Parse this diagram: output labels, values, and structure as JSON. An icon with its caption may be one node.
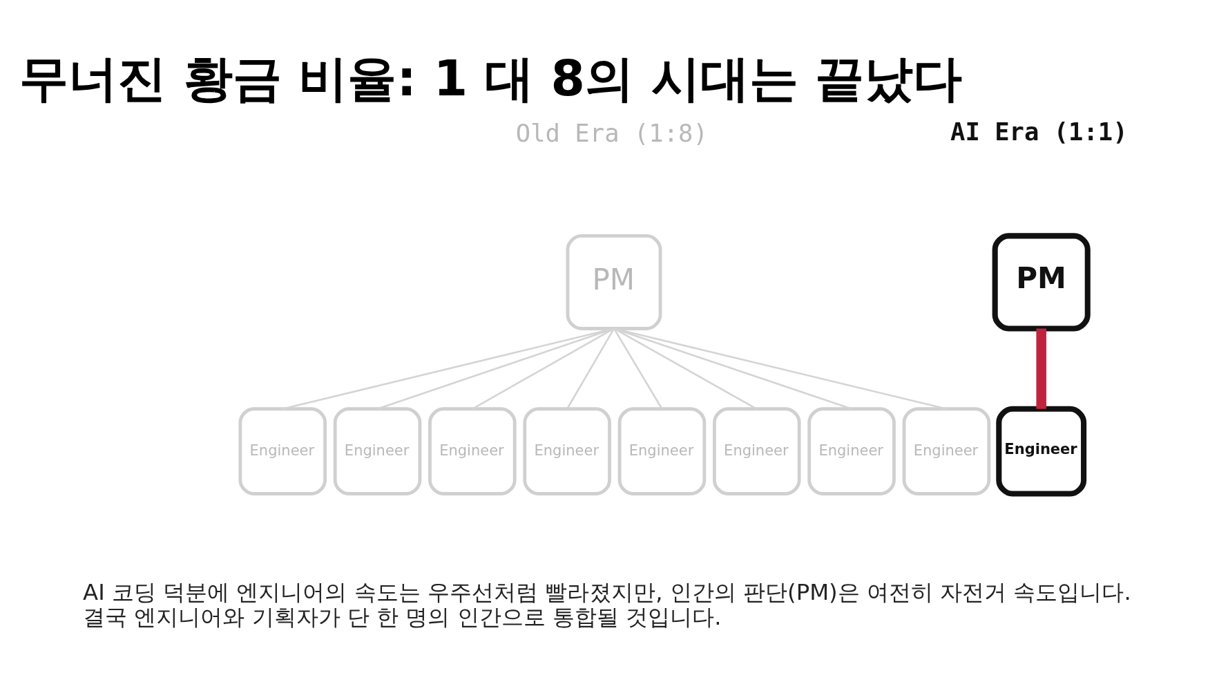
{
  "diagram": {
    "title": "무너진 황금 비율: 1 대 8의 시대는 끝났다",
    "caption": "AI 코딩 덕분에 엔지니어의 속도는 우주선처럼 빨라졌지만, 인간의 판단(PM)은 여전히 자전거 속도입니다. 결국 엔지니어와 기획자가 단 한 명의 인간으로 통합될 것입니다.",
    "nodes": [
      {
        "text": [
          "PM"
        ]
      },
      {
        "text": [
          "Engineer"
        ]
      },
      {
        "text": [
          "Engineer"
        ]
      },
      {
        "text": [
          "Engineer"
        ]
      },
      {
        "text": [
          "Engineer"
        ]
      },
      {
        "text": [
          "Engineer"
        ]
      },
      {
        "text": [
          "Engineer"
        ]
      },
      {
        "text": [
          "Engineer"
        ]
      },
      {
        "text": [
          "Engineer"
        ]
      },
      {
        "text": [
          "PM"
        ]
      },
      {
        "text": [
          "Engineer"
        ]
      }
    ],
    "edges": [
      {
        "from": 0,
        "to": 1,
        "arrow": "none"
      },
      {
        "from": 0,
        "to": 2,
        "arrow": "none"
      },
      {
        "from": 0,
        "to": 3,
        "arrow": "none"
      },
      {
        "from": 0,
        "to": 4,
        "arrow": "none"
      },
      {
        "from": 0,
        "to": 5,
        "arrow": "none"
      },
      {
        "from": 0,
        "to": 6,
        "arrow": "none"
      },
      {
        "from": 0,
        "to": 7,
        "arrow": "none"
      },
      {
        "from": 0,
        "to": 8,
        "arrow": "none"
      },
      {
        "from": 9,
        "to": 10,
        "arrow": "none",
        "style": "thick",
        "color": "#c0243c"
      }
    ],
    "labels": [
      "Old Era (1:8)",
      "AI Era (1:1)"
    ]
  }
}
